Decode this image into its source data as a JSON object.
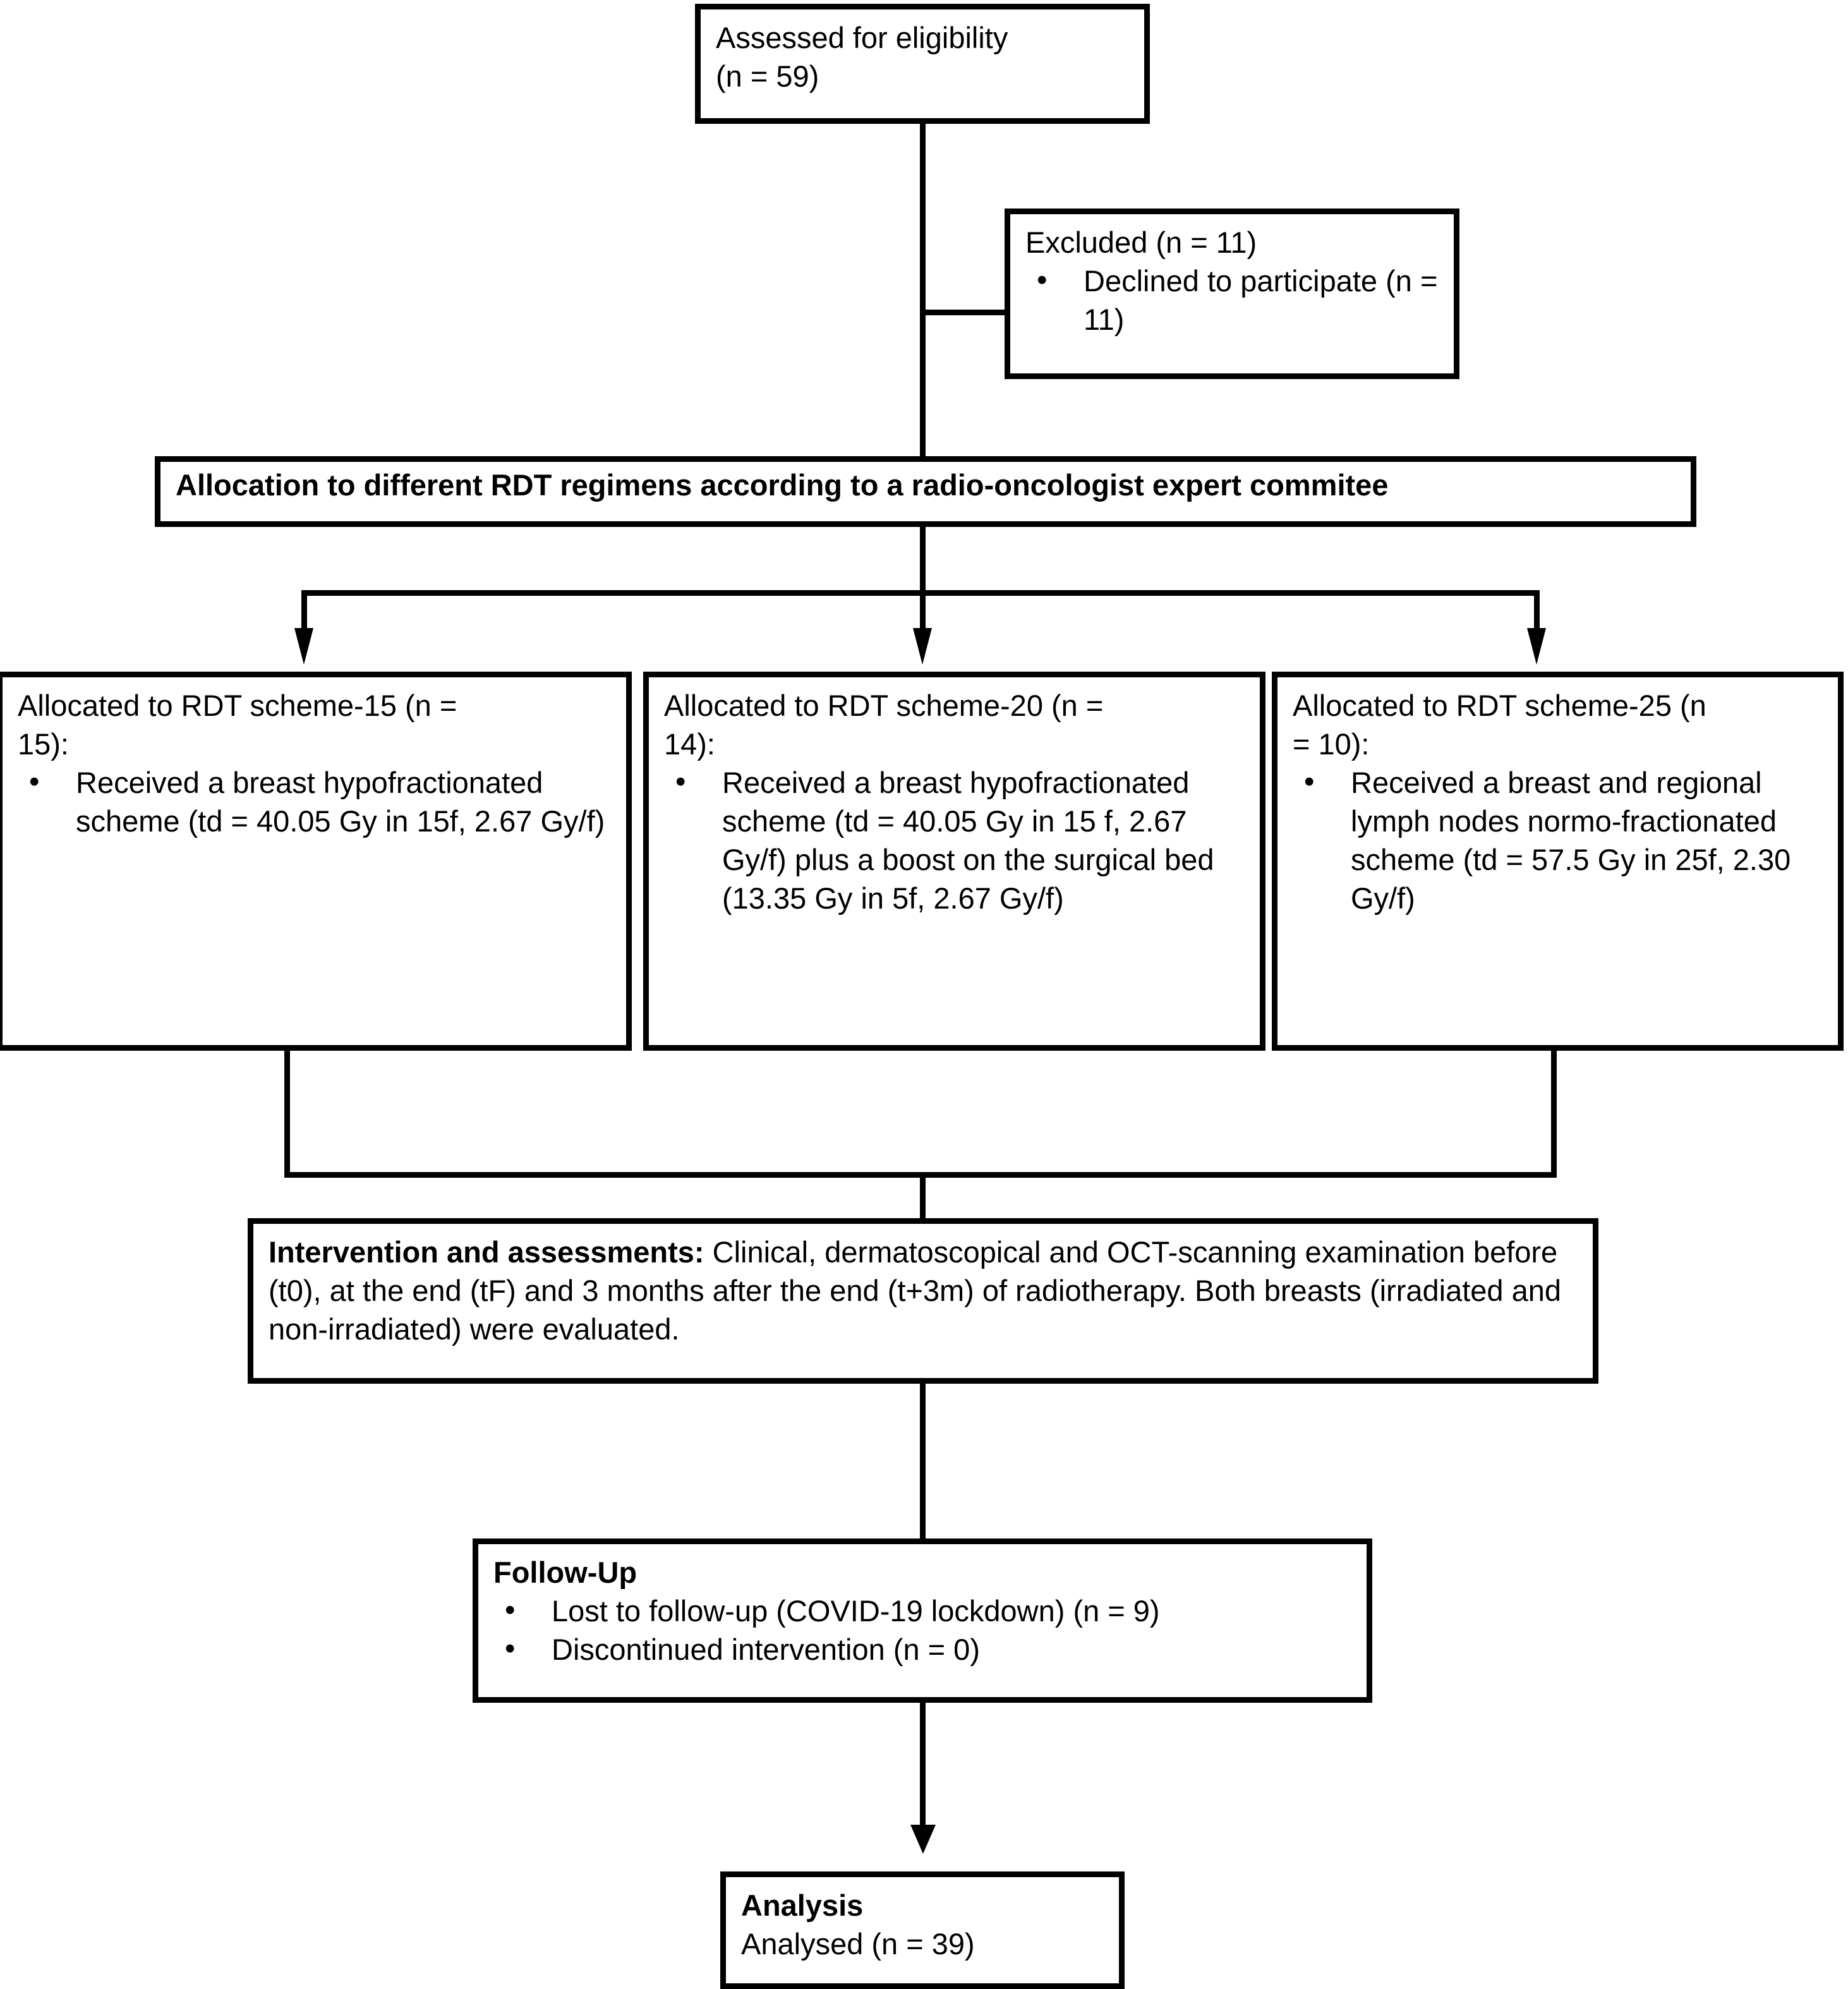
{
  "diagram": {
    "title": "CONSORT participant flow diagram",
    "type": "flowchart",
    "line_color": "#000000",
    "background_color": "#ffffff"
  },
  "nodes": {
    "enrollment": {
      "line1": "Assessed for eligibility",
      "line2": "(n = 59)"
    },
    "excluded": {
      "heading": "Excluded (n = 11)",
      "bullets": [
        "Declined to participate (n = 11)"
      ]
    },
    "allocation_bar": {
      "label": "Allocation to different RDT regimens according to a radio-oncologist expert commitee"
    },
    "arm_15": {
      "heading_line1": "Allocated to RDT scheme-15 (n =",
      "heading_line2": "15):",
      "bullets": [
        "Received a breast hypofractionated scheme (td = 40.05 Gy in 15f, 2.67 Gy/f)"
      ]
    },
    "arm_20": {
      "heading_line1": "Allocated to RDT scheme-20 (n =",
      "heading_line2": "14):",
      "bullets": [
        "Received a breast hypofractionated scheme (td = 40.05 Gy in 15 f, 2.67 Gy/f) plus a boost on the surgical bed (13.35 Gy in 5f, 2.67 Gy/f)"
      ]
    },
    "arm_25": {
      "heading_line1": "Allocated to RDT scheme-25 (n",
      "heading_line2": "= 10):",
      "bullets": [
        "Received a breast and regional lymph nodes normo-fractionated scheme (td = 57.5 Gy in 25f, 2.30 Gy/f)"
      ]
    },
    "intervention": {
      "label": "Intervention and assessments:",
      "body": " Clinical, dermatoscopical and OCT-scanning examination before (t0), at the end (tF) and 3 months after the end (t+3m) of radiotherapy. Both breasts (irradiated and non-irradiated) were evaluated."
    },
    "followup": {
      "heading": "Follow-Up",
      "bullets": [
        "Lost to follow-up (COVID-19 lockdown) (n = 9)",
        "Discontinued intervention (n = 0)"
      ]
    },
    "analysis": {
      "heading": "Analysis",
      "line": "Analysed (n = 39)"
    }
  },
  "symbols": {
    "bullet": "•"
  },
  "counts": {
    "assessed": 59,
    "excluded": 11,
    "declined": 11,
    "scheme_15": 15,
    "scheme_20": 14,
    "scheme_25": 10,
    "lost_to_followup": 9,
    "discontinued": 0,
    "analysed": 39
  }
}
